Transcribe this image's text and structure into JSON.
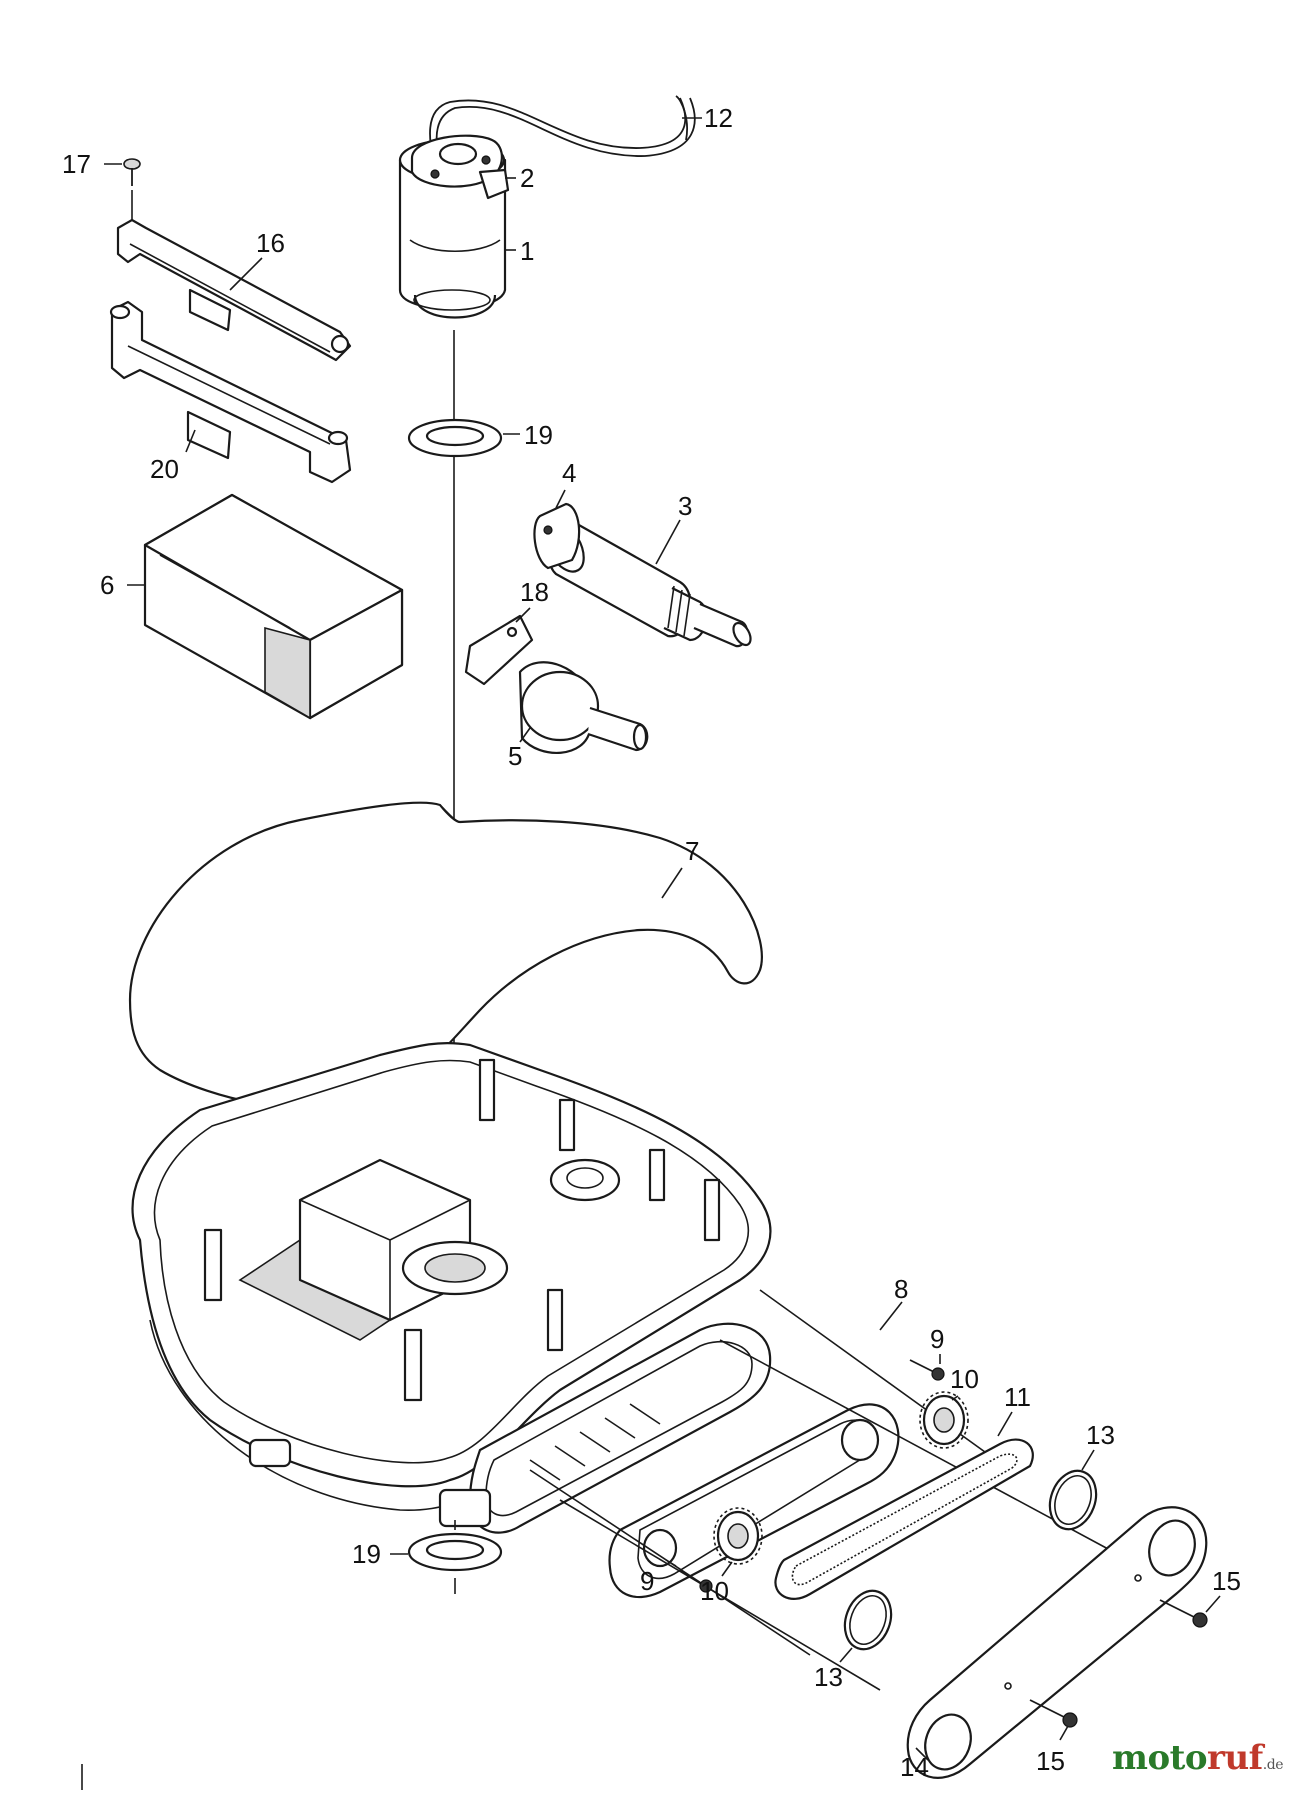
{
  "callouts": {
    "c1": "1",
    "c2": "2",
    "c3": "3",
    "c4": "4",
    "c5": "5",
    "c6": "6",
    "c7": "7",
    "c8": "8",
    "c9a": "9",
    "c9b": "9",
    "c10a": "10",
    "c10b": "10",
    "c11": "11",
    "c12": "12",
    "c13a": "13",
    "c13b": "13",
    "c14": "14",
    "c15a": "15",
    "c15b": "15",
    "c16": "16",
    "c17": "17",
    "c18": "18",
    "c19a": "19",
    "c19b": "19",
    "c20": "20"
  },
  "watermark": {
    "part1": "moto",
    "part2": "ruf",
    "suffix": ".de"
  }
}
